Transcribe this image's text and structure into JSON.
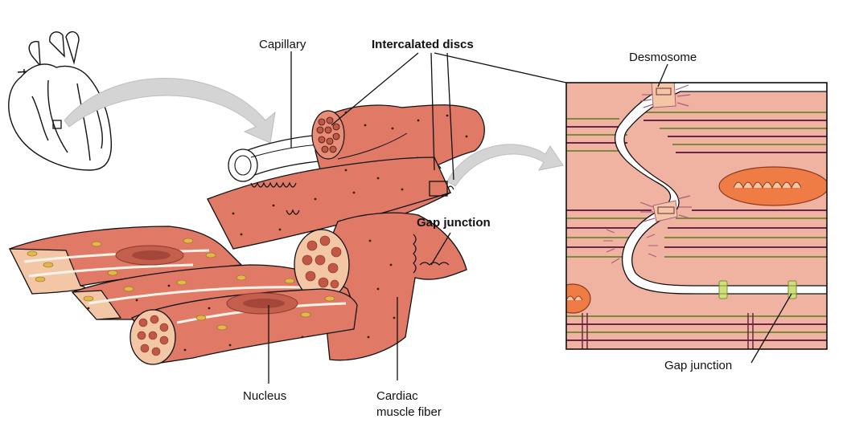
{
  "labels": {
    "capillary": "Capillary",
    "intercalated_discs": "Intercalated discs",
    "desmosome": "Desmosome",
    "gap_junction_main": "Gap junction",
    "gap_junction_inset": "Gap junction",
    "nucleus": "Nucleus",
    "cardiac_line1": "Cardiac",
    "cardiac_line2": "muscle fiber"
  },
  "colors": {
    "muscle": "#e07a66",
    "muscle_dark": "#c25745",
    "inset_bg": "#f0b2a1",
    "membrane": "#ffffff",
    "mitochondria": "#f07c45",
    "myofibril_dark": "#6b2545",
    "myofibril_green": "#7a8a3a",
    "gap_channel": "#cfe07a",
    "desmosome": "#a8607a",
    "arrow": "#d4d4d4",
    "nucleus": "#b8503f"
  }
}
